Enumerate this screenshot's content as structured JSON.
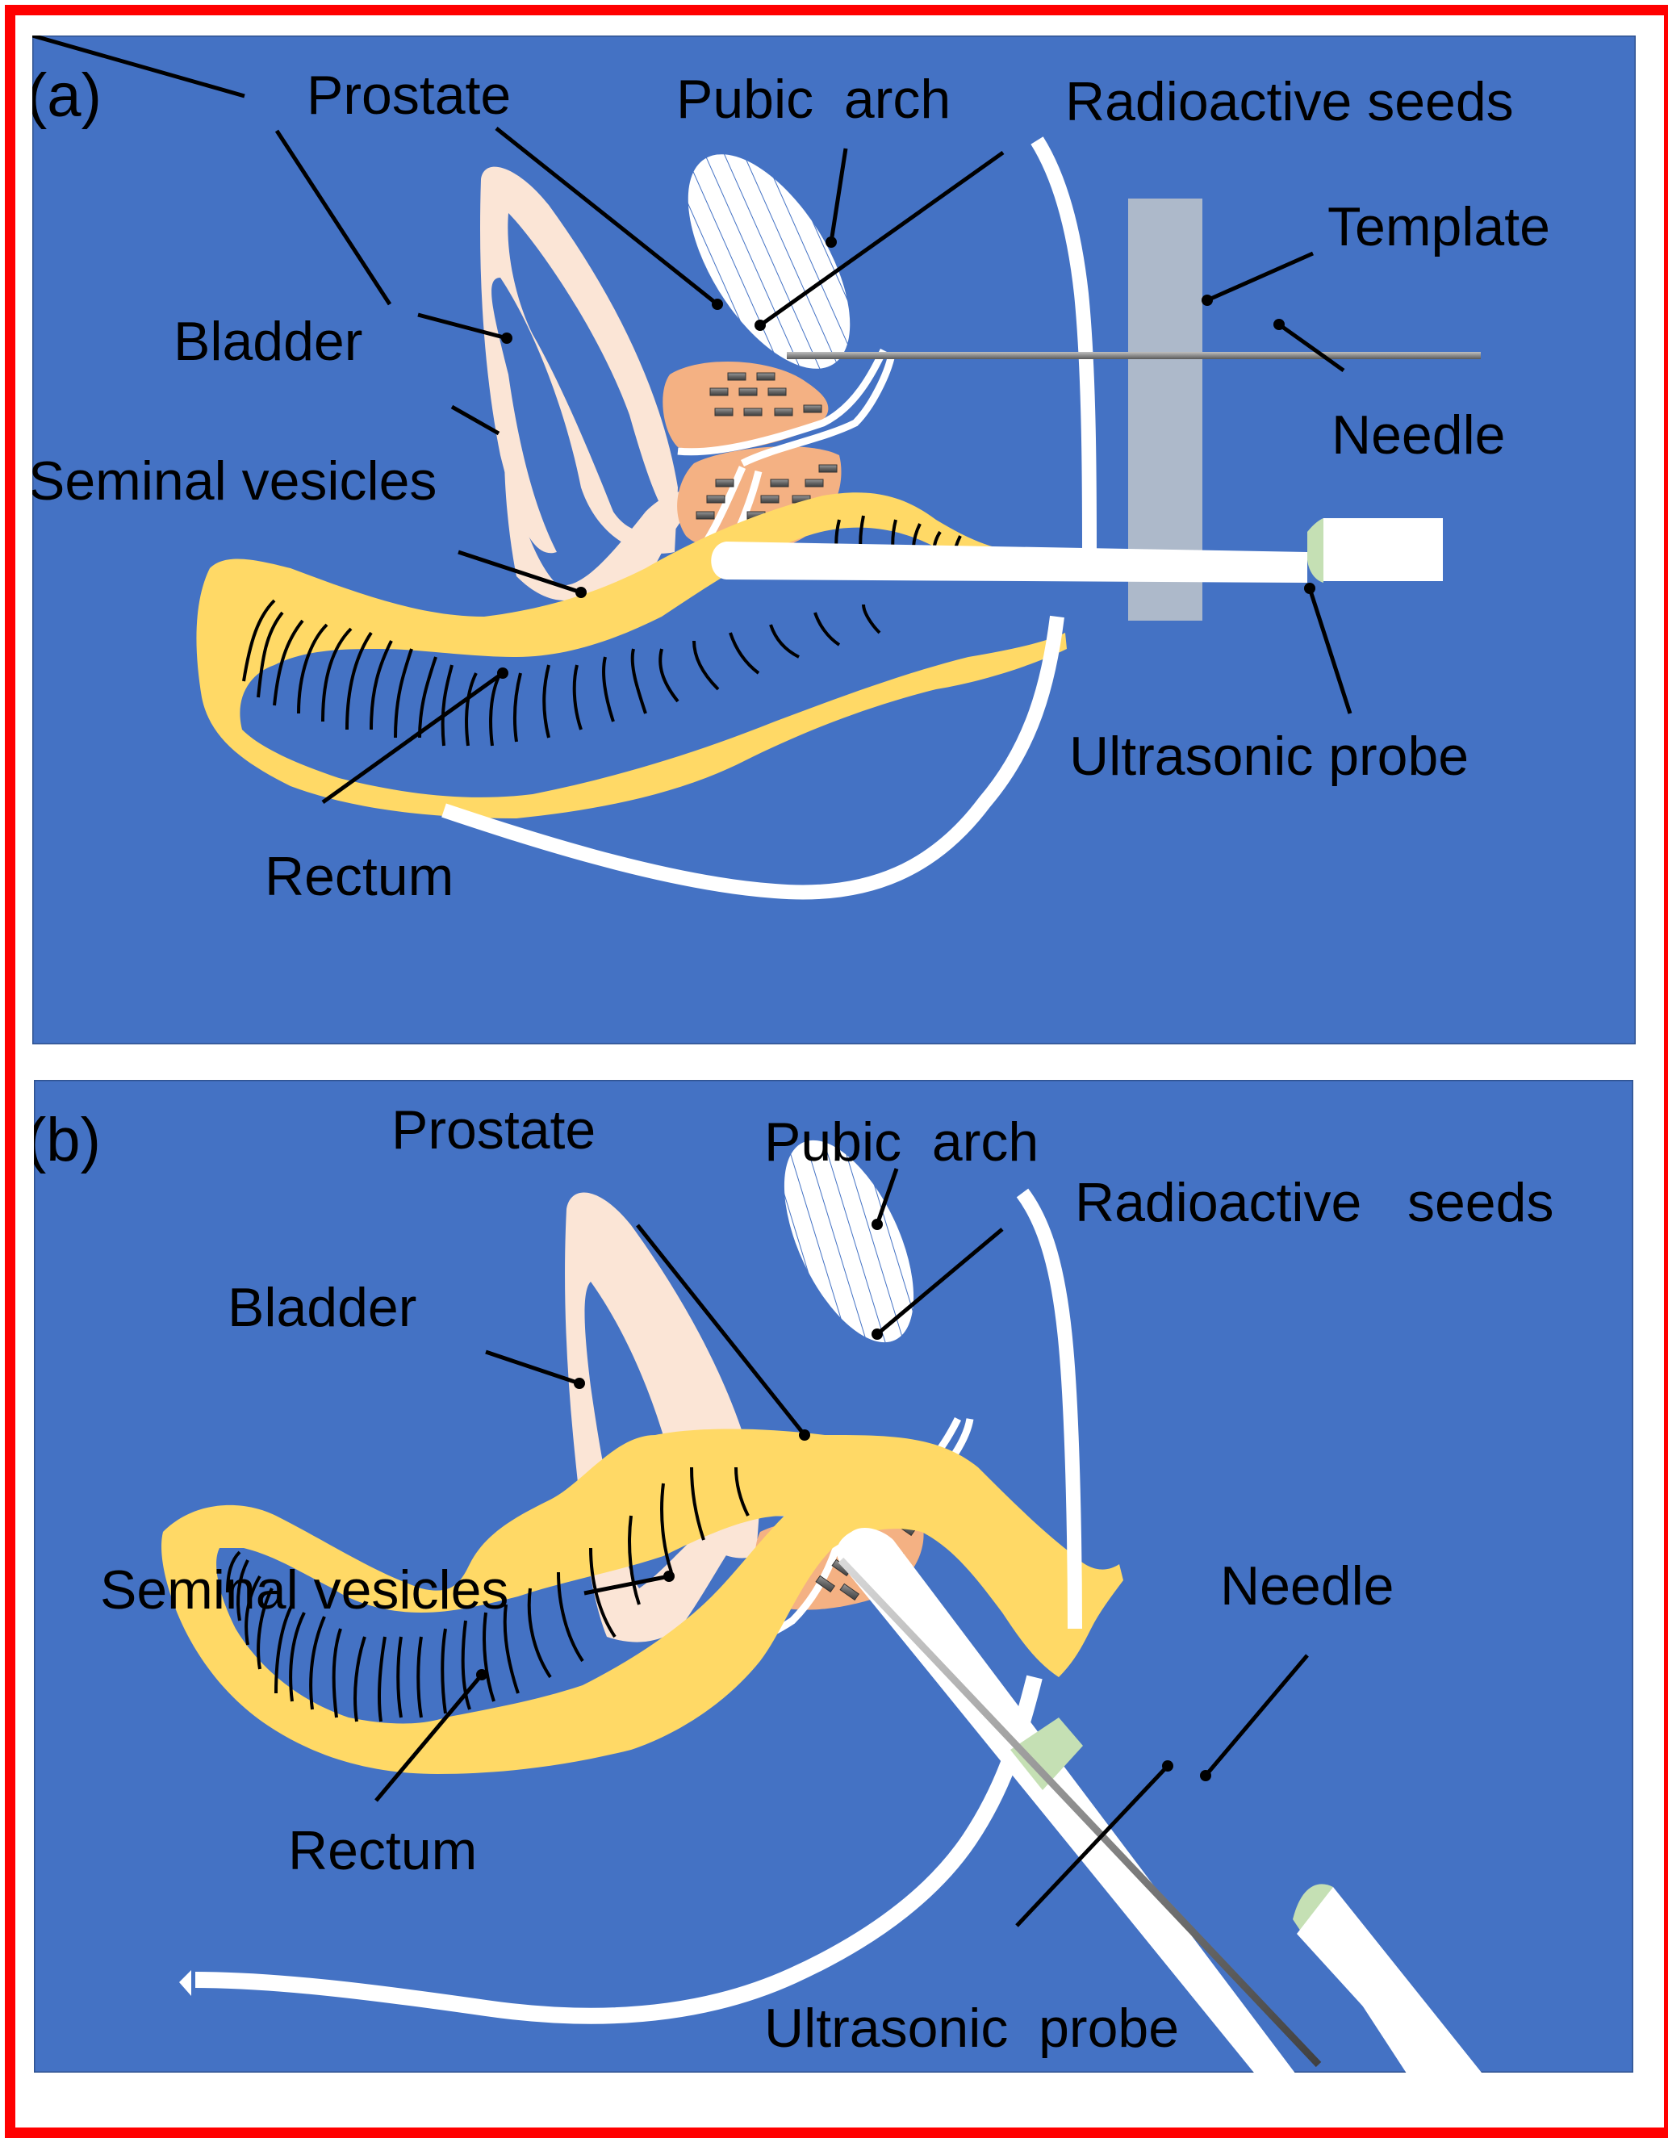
{
  "figure": {
    "colors": {
      "frame": "#ff0000",
      "background": "#4472c4",
      "bladder": "#fbe5d6",
      "prostate": "#f4b183",
      "rectum": "#ffd966",
      "bone": "#ffffff",
      "template": "#adb9ca",
      "probe_ring": "#c5e0b4",
      "seed": "#666666",
      "needle": "#8c8c8c"
    },
    "panels": [
      {
        "id": "a",
        "letter": "(a)",
        "approach": "transperineal, horizontal probe with template",
        "labels": {
          "prostate": "Prostate",
          "pubic_arch": "Pubic  arch",
          "radioactive_seeds": "Radioactive seeds",
          "template": "Template",
          "bladder": "Bladder",
          "needle": "Needle",
          "seminal_vesicles": "Seminal vesicles",
          "ultrasonic_probe": "Ultrasonic probe",
          "rectum": "Rectum"
        }
      },
      {
        "id": "b",
        "letter": "(b)",
        "approach": "oblique probe with attached needle, no template",
        "labels": {
          "prostate": "Prostate",
          "pubic_arch": "Pubic  arch",
          "radioactive_seeds": "Radioactive   seeds",
          "bladder": "Bladder",
          "seminal_vesicles": "Seminal vesicles",
          "needle": "Needle",
          "rectum": "Rectum",
          "ultrasonic_probe": "Ultrasonic  probe"
        }
      }
    ]
  }
}
